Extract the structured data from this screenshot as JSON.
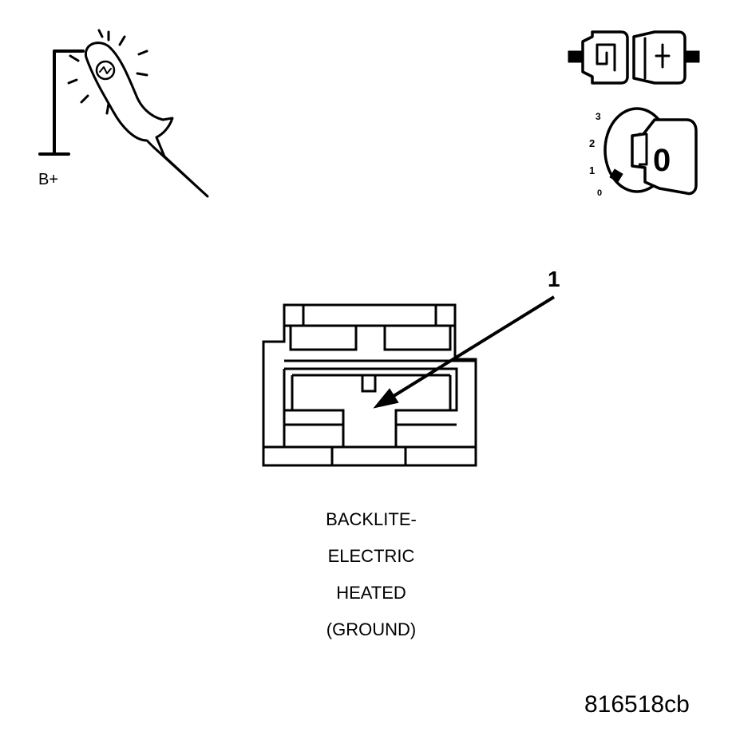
{
  "test_light": {
    "label": "B+"
  },
  "ignition": {
    "positions": [
      "3",
      "2",
      "1",
      "0"
    ],
    "key_label": "0"
  },
  "connector": {
    "callout": "1"
  },
  "caption": {
    "lines": [
      "BACKLITE-",
      "ELECTRIC",
      "HEATED",
      "(GROUND)"
    ]
  },
  "figure_id": "816518cb",
  "colors": {
    "line": "#000000",
    "background": "#ffffff"
  }
}
